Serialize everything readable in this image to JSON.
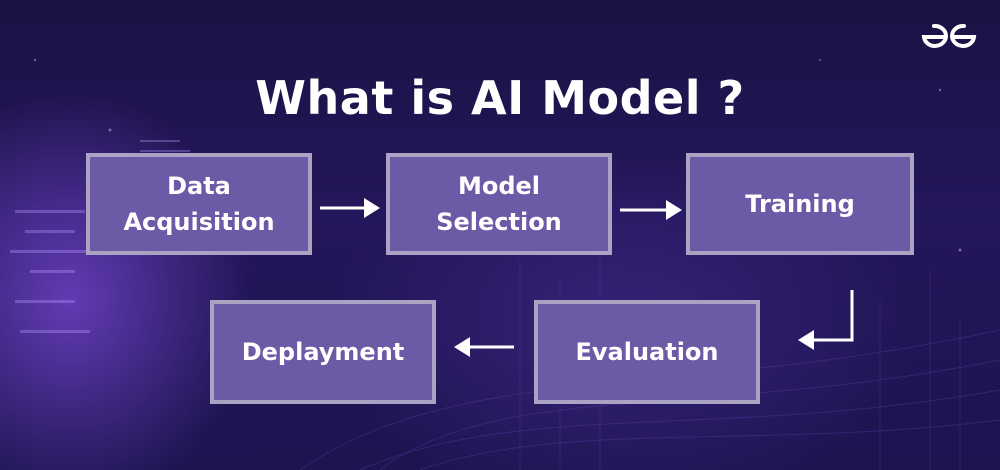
{
  "title": "What is AI Model ?",
  "logo": {
    "icon": "geeksforgeeks-logo-icon"
  },
  "steps": [
    {
      "label": "Data\nAcquisition"
    },
    {
      "label": "Model\nSelection"
    },
    {
      "label": "Training"
    },
    {
      "label": "Evaluation"
    },
    {
      "label": "Deplayment"
    }
  ],
  "colors": {
    "background": "#1e1450",
    "box_fill": "#6d5aa6",
    "box_border": "#aaa3c4",
    "text": "#ffffff"
  }
}
